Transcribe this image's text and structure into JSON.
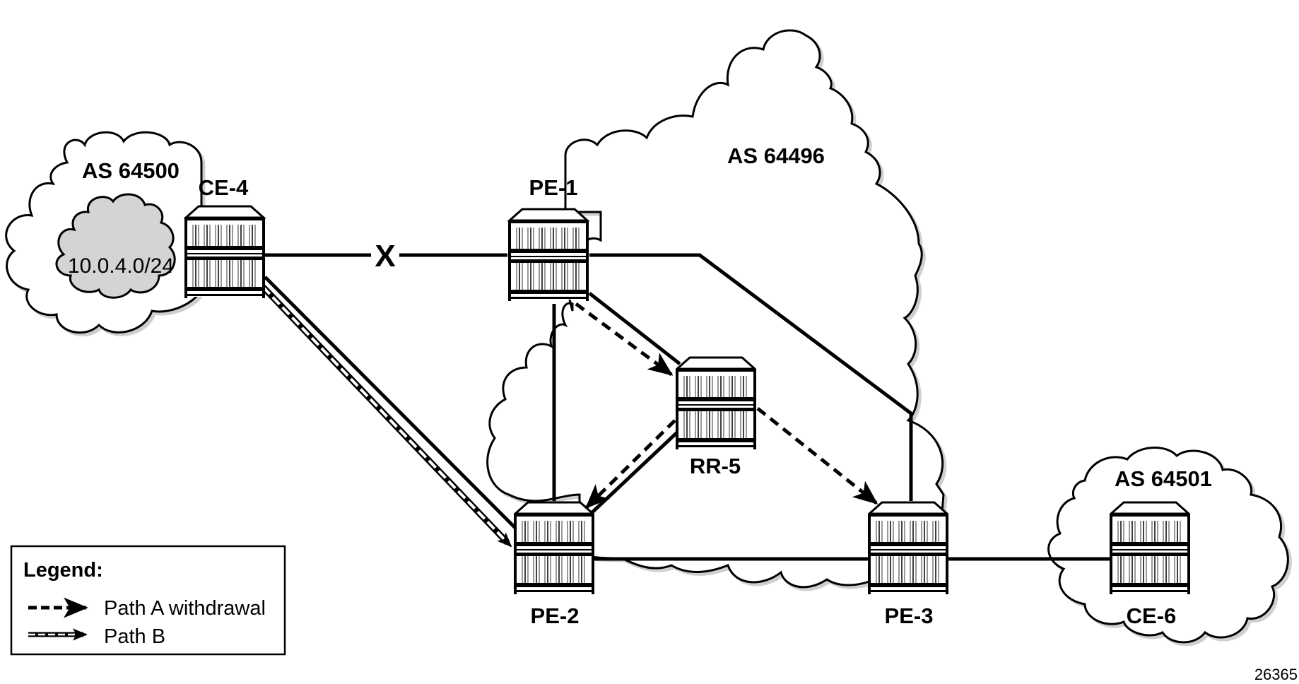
{
  "diagram": {
    "autonomous_systems": [
      {
        "id": "as64500",
        "label": "AS 64500"
      },
      {
        "id": "as64496",
        "label": "AS 64496"
      },
      {
        "id": "as64501",
        "label": "AS 64501"
      }
    ],
    "prefix_cloud": {
      "label": "10.0.4.0/24",
      "color": "#d4d4d6"
    },
    "nodes": [
      {
        "id": "ce4",
        "label": "CE-4"
      },
      {
        "id": "pe1",
        "label": "PE-1"
      },
      {
        "id": "rr5",
        "label": "RR-5"
      },
      {
        "id": "pe2",
        "label": "PE-2"
      },
      {
        "id": "pe3",
        "label": "PE-3"
      },
      {
        "id": "ce6",
        "label": "CE-6"
      }
    ],
    "links": [
      {
        "from": "CE-4",
        "to": "PE-1",
        "status": "failed",
        "marker": "X"
      },
      {
        "from": "CE-4",
        "to": "PE-2",
        "status": "up"
      },
      {
        "from": "PE-1",
        "to": "PE-2",
        "status": "up"
      },
      {
        "from": "PE-1",
        "to": "RR-5",
        "status": "up"
      },
      {
        "from": "PE-1",
        "to": "PE-3",
        "status": "up"
      },
      {
        "from": "RR-5",
        "to": "PE-2",
        "status": "up"
      },
      {
        "from": "PE-2",
        "to": "PE-3",
        "status": "up"
      },
      {
        "from": "PE-3",
        "to": "CE-6",
        "status": "up"
      }
    ],
    "flows": [
      {
        "type": "path-a-withdrawal",
        "from": "PE-1",
        "to": "RR-5"
      },
      {
        "type": "path-a-withdrawal",
        "from": "RR-5",
        "to": "PE-2"
      },
      {
        "type": "path-a-withdrawal",
        "from": "RR-5",
        "to": "PE-3"
      },
      {
        "type": "path-b",
        "from": "CE-4",
        "to": "PE-2"
      }
    ],
    "failure_marker": "X",
    "legend": {
      "title": "Legend:",
      "items": [
        {
          "style": "dashed-arrow",
          "label": "Path A withdrawal"
        },
        {
          "style": "double-line-arrow",
          "label": "Path B"
        }
      ]
    },
    "figure_id": "26365"
  }
}
